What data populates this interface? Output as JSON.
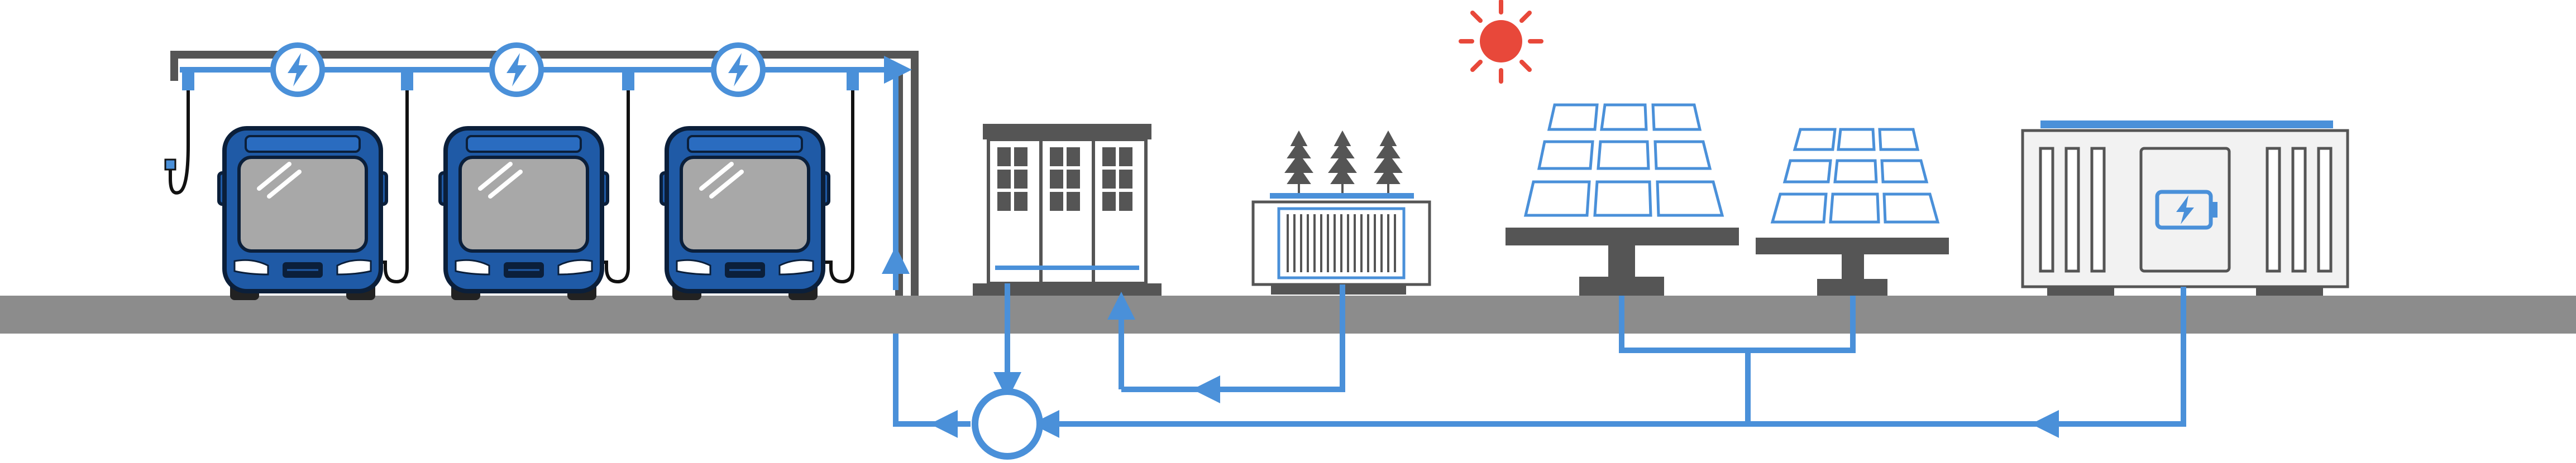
{
  "diagram": {
    "kind": "bus charging microgrid schematic",
    "colors": {
      "accent_blue": "#4a90d9",
      "bus_blue": "#1f5aa6",
      "bus_outline": "#0b1f3a",
      "dark_gray": "#555555",
      "ground_gray": "#8c8c8c",
      "sun_red": "#e8483a",
      "panel_fill": "#ffffff",
      "cabinet_fill": "#f2f2f2"
    },
    "icons": {
      "charger": "lightning-bolt-icon",
      "battery": "battery-bolt-icon",
      "sun": "sun-icon",
      "pylon": "power-pylon-icon",
      "junction": "power-junction-node"
    },
    "components": [
      {
        "id": "bus",
        "count": 3
      },
      {
        "id": "charger",
        "count": 3
      },
      {
        "id": "switchgear",
        "count": 1
      },
      {
        "id": "transformer",
        "count": 1
      },
      {
        "id": "solar-array",
        "count": 2
      },
      {
        "id": "battery-storage",
        "count": 1
      },
      {
        "id": "sun",
        "count": 1
      }
    ],
    "flow": [
      {
        "from": "transformer",
        "to": "switchgear"
      },
      {
        "from": "switchgear",
        "to": "junction"
      },
      {
        "from": "solar-array",
        "to": "junction"
      },
      {
        "from": "battery-storage",
        "to": "junction"
      },
      {
        "from": "junction",
        "to": "charger"
      },
      {
        "from": "charger",
        "to": "bus"
      }
    ]
  }
}
